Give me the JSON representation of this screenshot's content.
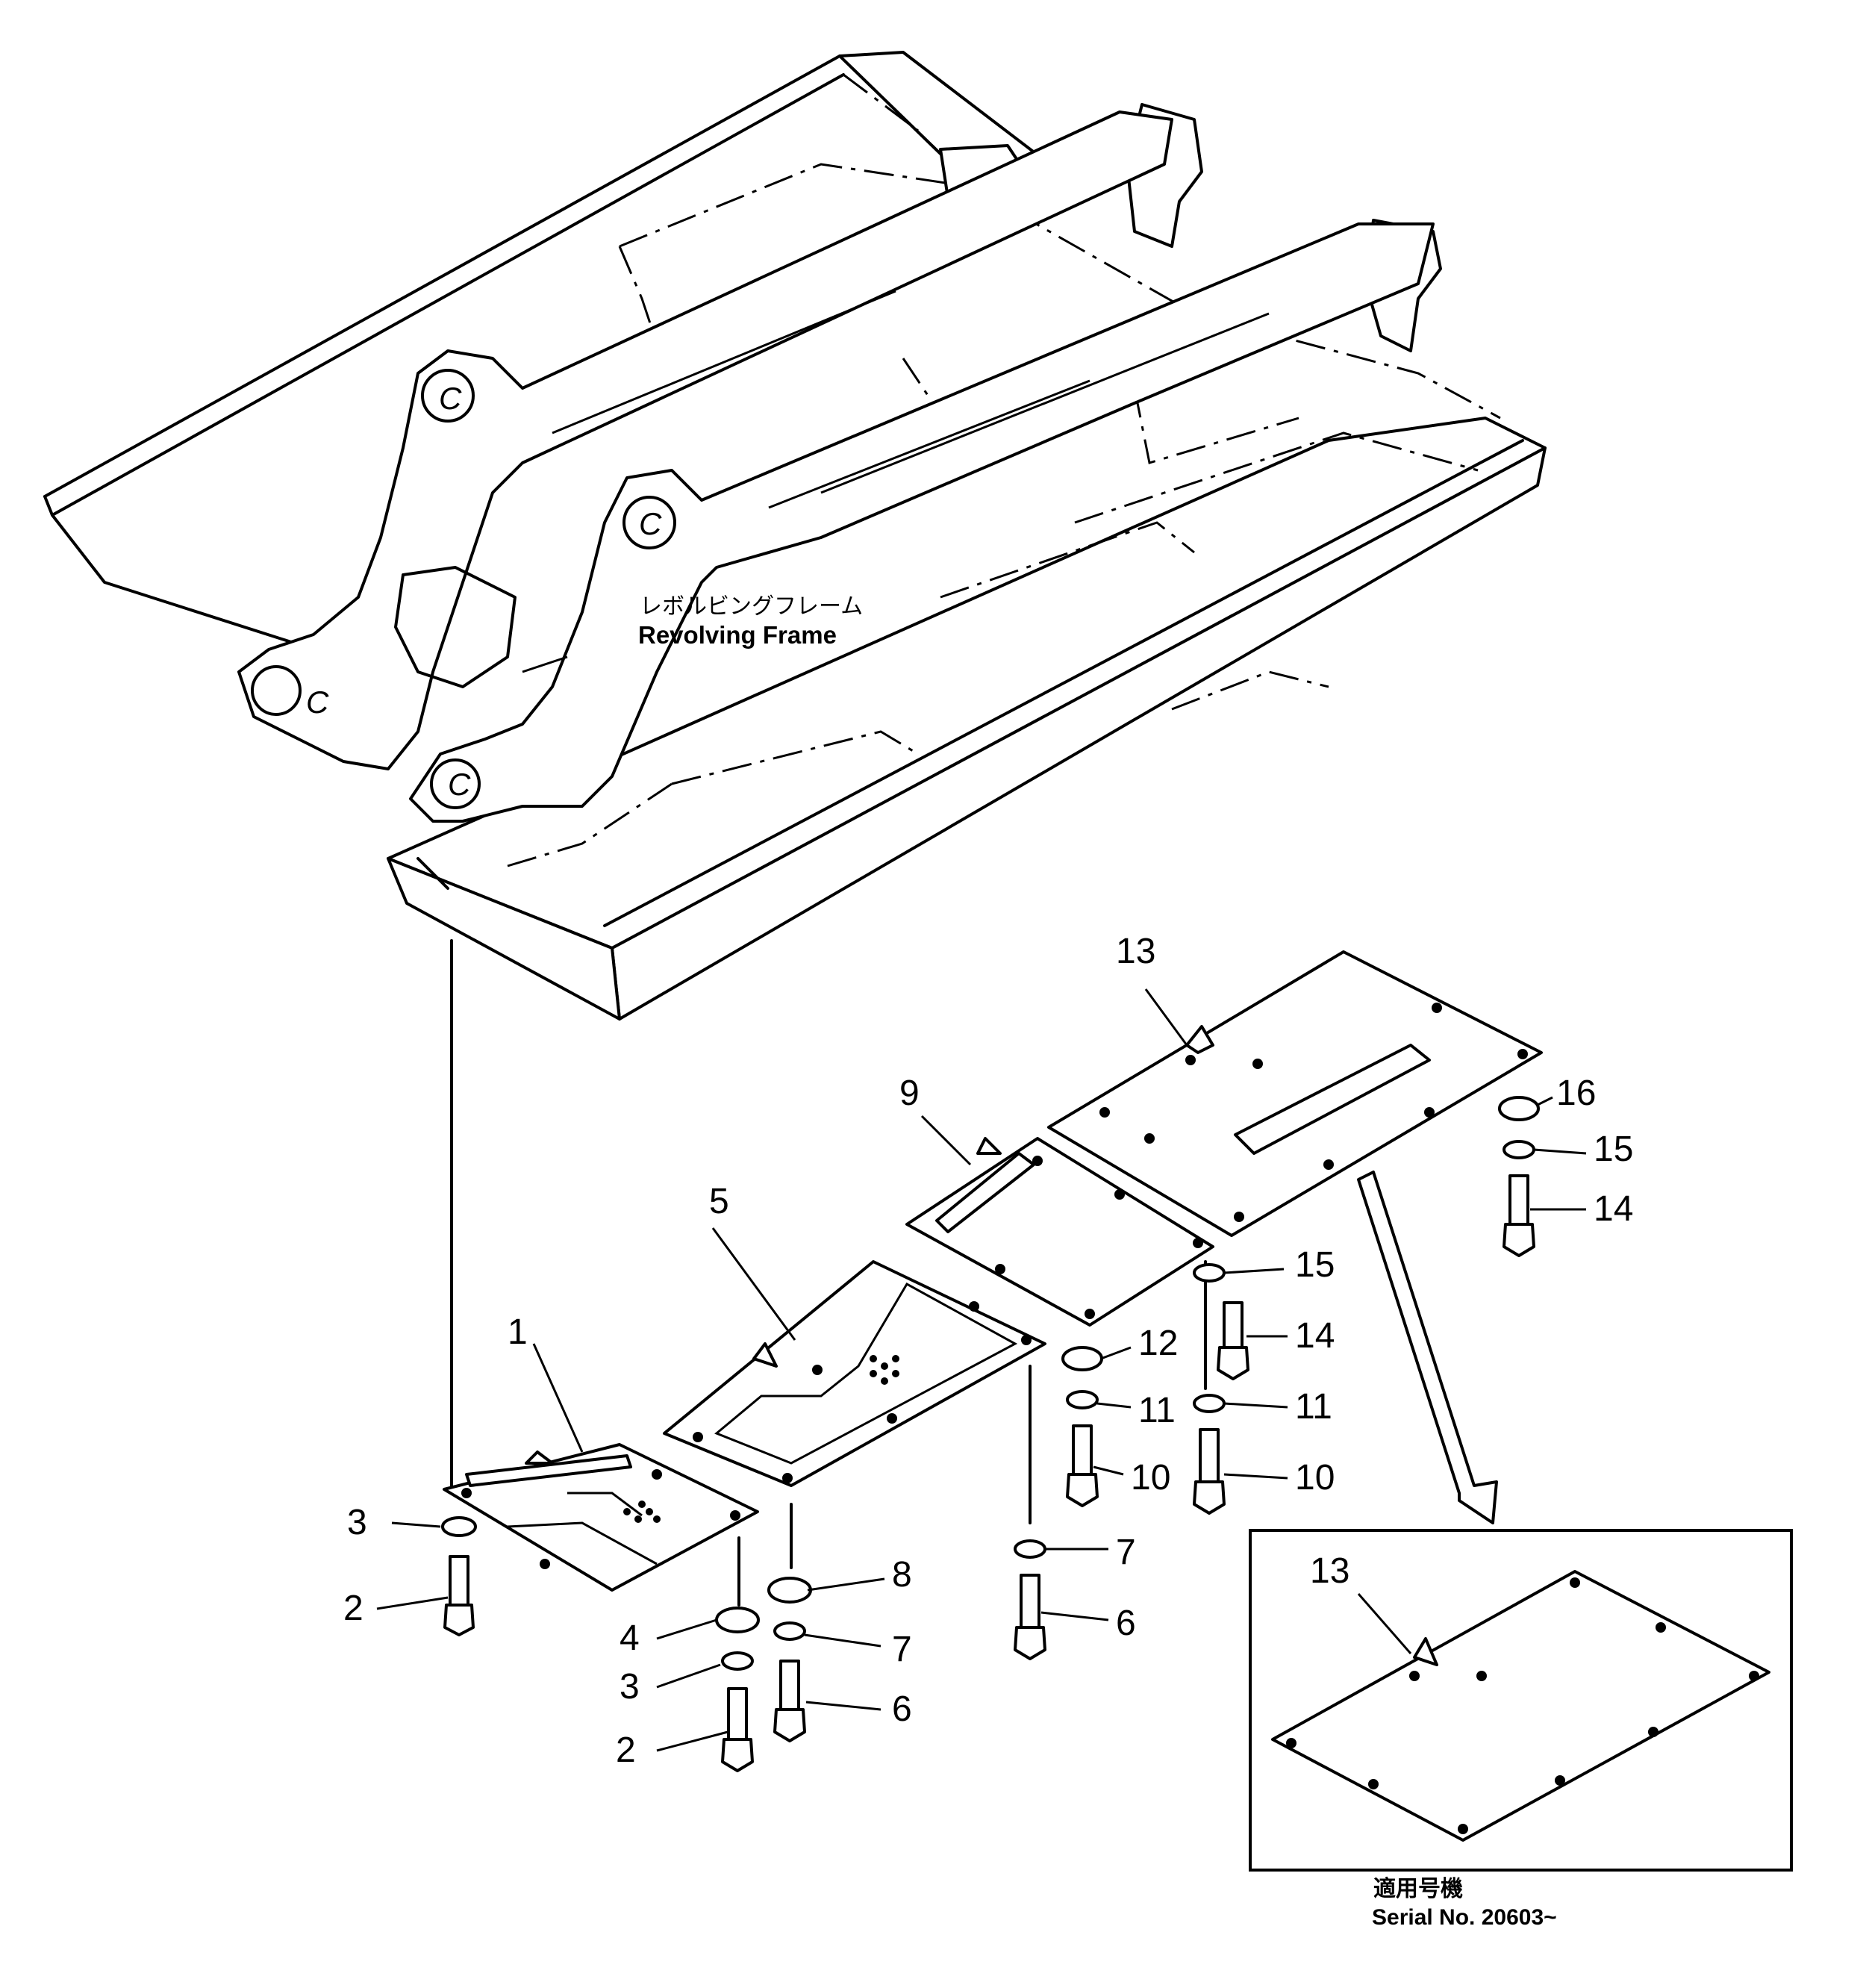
{
  "frame_label_jp": "レボルビングフレーム",
  "frame_label_en": "Revolving Frame",
  "serial_label_jp": "適用号機",
  "serial_label_en": "Serial  No.  20603~",
  "callouts": {
    "c1": "1",
    "c2a": "2",
    "c2b": "2",
    "c3a": "3",
    "c3b": "3",
    "c4": "4",
    "c5": "5",
    "c6a": "6",
    "c6b": "6",
    "c7a": "7",
    "c7b": "7",
    "c8": "8",
    "c9": "9",
    "c10a": "10",
    "c10b": "10",
    "c11a": "11",
    "c11b": "11",
    "c12": "12",
    "c13": "13",
    "c13i": "13",
    "c14a": "14",
    "c14b": "14",
    "c15a": "15",
    "c15b": "15",
    "c16": "16"
  }
}
